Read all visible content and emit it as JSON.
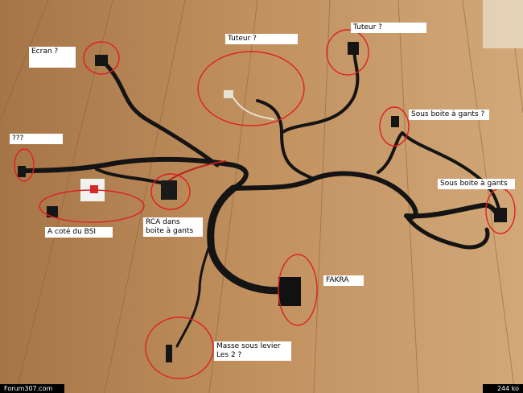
{
  "labels": {
    "ecran": "Ecran ?",
    "tuteur1": "Tuteur ?",
    "tuteur2": "Tuteur ?",
    "unknown": "???",
    "sous_boite1": "Sous boite à gants ?",
    "sous_boite2": "Sous boite à gants",
    "cote_bsi": "A coté du BSI",
    "rca": "RCA dans\nboite à gants",
    "fakra": "FAKRA",
    "masse": "Masse sous levier\nLes 2 ?"
  },
  "footer": {
    "site": "Forum307.com",
    "size": "244 ko"
  },
  "colors": {
    "floor": "#b98a5a",
    "cable": "#141414",
    "circle": "#e02020"
  }
}
